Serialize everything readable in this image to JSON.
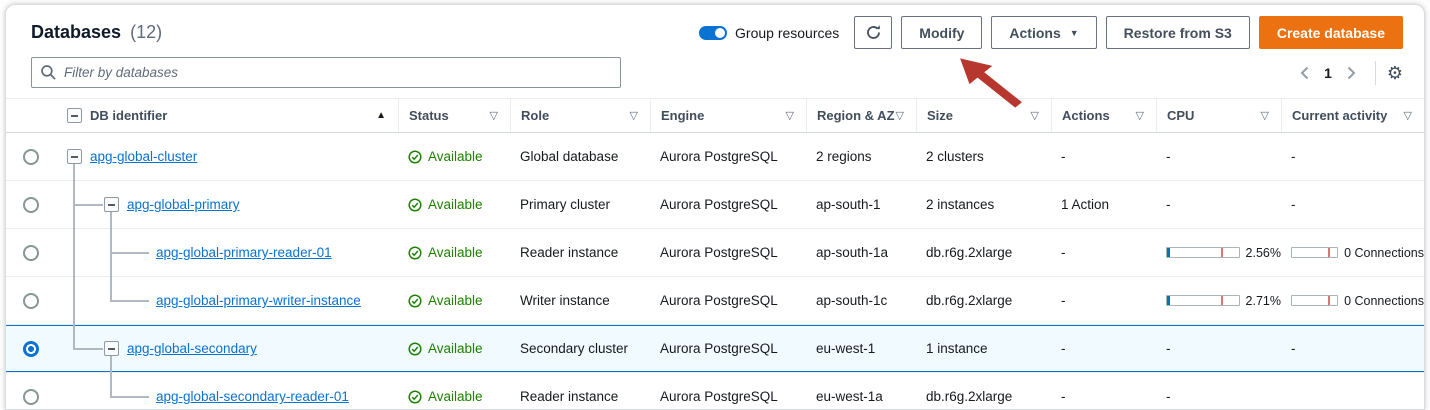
{
  "header": {
    "title": "Databases",
    "count": "(12)",
    "group_resources_label": "Group resources",
    "modify_label": "Modify",
    "actions_label": "Actions",
    "restore_label": "Restore from S3",
    "create_label": "Create database"
  },
  "toolbar": {
    "filter_placeholder": "Filter by databases",
    "page_number": "1"
  },
  "icons": {
    "sort_asc": "▲",
    "filter": "▽",
    "caret_down": "▼",
    "gear": "⚙"
  },
  "table": {
    "columns": {
      "identifier": "DB identifier",
      "status": "Status",
      "role": "Role",
      "engine": "Engine",
      "region": "Region & AZ",
      "size": "Size",
      "actions": "Actions",
      "cpu": "CPU",
      "activity": "Current activity"
    },
    "rows": [
      {
        "id": "apg-global-cluster",
        "status": "Available",
        "role": "Global database",
        "engine": "Aurora PostgreSQL",
        "region": "2 regions",
        "size": "2 clusters",
        "actions": "-",
        "cpu": "-",
        "activity": "-"
      },
      {
        "id": "apg-global-primary",
        "status": "Available",
        "role": "Primary cluster",
        "engine": "Aurora PostgreSQL",
        "region": "ap-south-1",
        "size": "2 instances",
        "actions": "1 Action",
        "cpu": "-",
        "activity": "-"
      },
      {
        "id": "apg-global-primary-reader-01",
        "status": "Available",
        "role": "Reader instance",
        "engine": "Aurora PostgreSQL",
        "region": "ap-south-1a",
        "size": "db.r6g.2xlarge",
        "actions": "-",
        "cpu": "2.56%",
        "activity": "0 Connections"
      },
      {
        "id": "apg-global-primary-writer-instance",
        "status": "Available",
        "role": "Writer instance",
        "engine": "Aurora PostgreSQL",
        "region": "ap-south-1c",
        "size": "db.r6g.2xlarge",
        "actions": "-",
        "cpu": "2.71%",
        "activity": "0 Connections"
      },
      {
        "id": "apg-global-secondary",
        "status": "Available",
        "role": "Secondary cluster",
        "engine": "Aurora PostgreSQL",
        "region": "eu-west-1",
        "size": "1 instance",
        "actions": "-",
        "cpu": "-",
        "activity": "-"
      },
      {
        "id": "apg-global-secondary-reader-01",
        "status": "Available",
        "role": "Reader instance",
        "engine": "Aurora PostgreSQL",
        "region": "eu-west-1a",
        "size": "db.r6g.2xlarge",
        "actions": "-",
        "cpu": "-",
        "activity": ""
      }
    ]
  },
  "colors": {
    "accent_orange": "#ec7211",
    "link_blue": "#0972d3",
    "status_green": "#1d8102",
    "selected_row_bg": "#f1faff",
    "annotation_arrow": "#b7372e"
  }
}
